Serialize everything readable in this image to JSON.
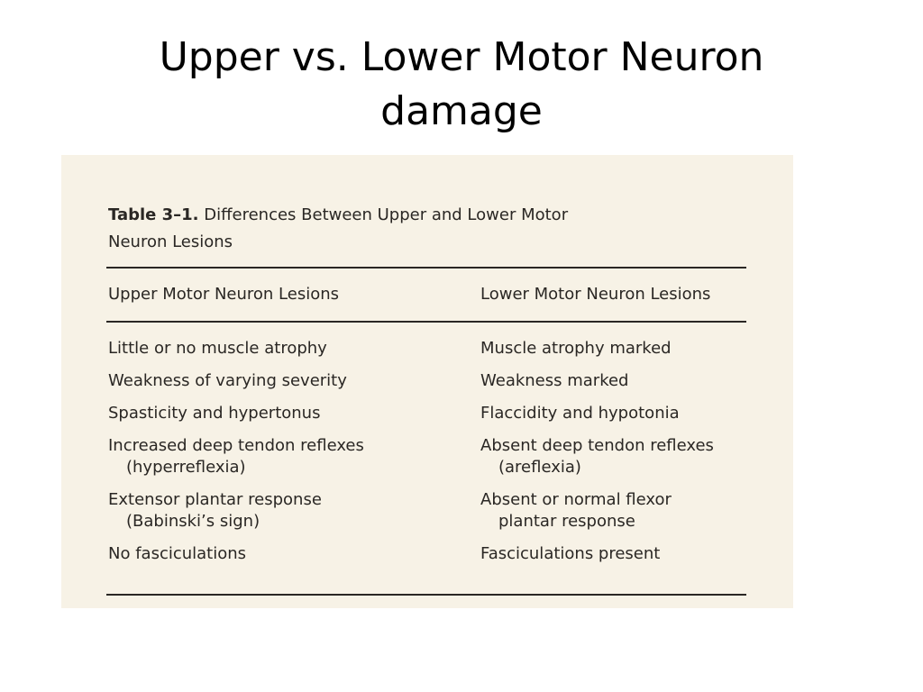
{
  "slide": {
    "title_line1": "Upper vs. Lower Motor Neuron",
    "title_line2": "damage"
  },
  "table": {
    "caption_label": "Table 3–1.",
    "caption_text": " Differences Between Upper and Lower Motor",
    "caption_text_line2": "Neuron Lesions",
    "headers": {
      "upper": "Upper Motor Neuron Lesions",
      "lower": "Lower Motor Neuron Lesions"
    },
    "rows": [
      {
        "upper": "Little or no muscle atrophy",
        "upper_cont": "",
        "lower": "Muscle atrophy marked",
        "lower_cont": ""
      },
      {
        "upper": "Weakness of varying severity",
        "upper_cont": "",
        "lower": "Weakness marked",
        "lower_cont": ""
      },
      {
        "upper": "Spasticity and hypertonus",
        "upper_cont": "",
        "lower": "Flaccidity and hypotonia",
        "lower_cont": ""
      },
      {
        "upper": "Increased deep tendon reflexes",
        "upper_cont": "(hyperreflexia)",
        "lower": "Absent deep tendon reflexes",
        "lower_cont": "(areflexia)"
      },
      {
        "upper": "Extensor plantar response",
        "upper_cont": "(Babinski’s sign)",
        "lower": "Absent or normal flexor",
        "lower_cont": "plantar response"
      },
      {
        "upper": "No fasciculations",
        "upper_cont": "",
        "lower": "Fasciculations present",
        "lower_cont": ""
      }
    ]
  }
}
